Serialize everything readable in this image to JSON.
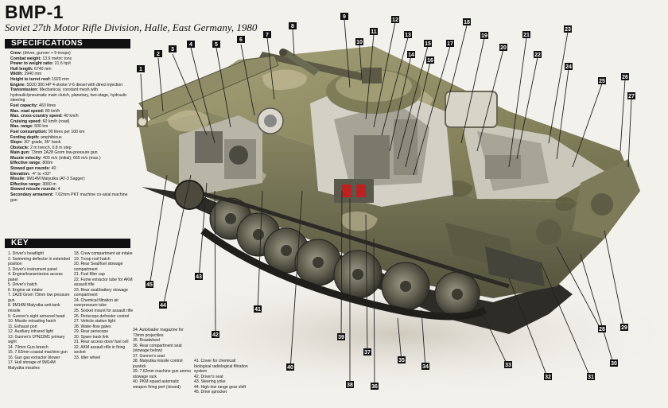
{
  "title": "BMP-1",
  "subtitle": "Soviet 27th Motor Rifle Division, Halle, East Germany, 1980",
  "specifications_heading": "SPECIFICATIONS",
  "key_heading": "KEY",
  "specifications": [
    {
      "label": "Crew:",
      "value": " (driver, gunner + 9 troops)"
    },
    {
      "label": "Combat weight:",
      "value": " 13.9 metric tons"
    },
    {
      "label": "Power to weight ratio:",
      "value": " 21.6 hp/t"
    },
    {
      "label": "Hull length:",
      "value": " 6740 mm"
    },
    {
      "label": "Width:",
      "value": " 2940 mm"
    },
    {
      "label": "Height to turret roof:",
      "value": " 1920 mm"
    },
    {
      "label": "Engine:",
      "value": " 5D20 300 HP 4-stroke V-6 diesel with direct injection"
    },
    {
      "label": "Transmission:",
      "value": " Mechanical, constant mesh with hydraulic/pneumatic main clutch, planetary, two-stage, hydraulic steering"
    },
    {
      "label": "Fuel capacity:",
      "value": " 460 litres"
    },
    {
      "label": "Max. road speed:",
      "value": " 80 km/h"
    },
    {
      "label": "Max. cross-country speed:",
      "value": " 40 km/h"
    },
    {
      "label": "Cruising speed:",
      "value": " 60 km/h (road)"
    },
    {
      "label": "Max. range:",
      "value": " 500 km"
    },
    {
      "label": "Fuel consumption:",
      "value": " 90 litres per 100 km"
    },
    {
      "label": "Fording depth:",
      "value": " amphibious"
    },
    {
      "label": "Slope:",
      "value": " 30° grade, 35° bank"
    },
    {
      "label": "Obstacle:",
      "value": " 2 m trench, 0.8 m step"
    },
    {
      "label": "Main gun:",
      "value": " 73mm 2A28 Grom low-pressure gun"
    },
    {
      "label": "Muzzle velocity:",
      "value": " 400 m/s (initial); 665 m/s (max.)"
    },
    {
      "label": "Effective range:",
      "value": " 800m"
    },
    {
      "label": "Stowed gun rounds:",
      "value": " 40"
    },
    {
      "label": "Elevation:",
      "value": " -4° to +33°"
    },
    {
      "label": "Missile:",
      "value": " 9M14M Malyutka (AT-3 Sagger)"
    },
    {
      "label": "Effective range:",
      "value": " 3000 m"
    },
    {
      "label": "Stowed missile rounds:",
      "value": " 4"
    },
    {
      "label": "Secondary armament:",
      "value": " 7.62mm PKT machine co-axial machine gun"
    }
  ],
  "key": [
    "1. Driver's headlight",
    "2. Swimming deflector in extended position",
    "3. Driver's instrument panel",
    "4. Engine/transmission access panel",
    "5. Driver's hatch",
    "6. Engine air intake",
    "7. 2A28 Grom 73mm low pressure gun",
    "8. 9M14M Malyutka anti-tank missile",
    "9. Gunner's sight armored head",
    "10. Missile reloading hatch",
    "11. Exhaust port",
    "12. Auxiliary infrared light",
    "13. Gunner's 1PN22M1 primary sight",
    "14. 73mm Gun breech",
    "15. 7.62mm coaxial machine gun",
    "16. Gun gas extractor blower",
    "17. Hull storage of 9M14M Malyutka missiles",
    "18. Crew compartment air intake",
    "19. Troop roof hatch",
    "20. Rear Seat/fuel stowage compartment",
    "21. Fuel filler cap",
    "22. Fume extractor tube for AKM assault rifle",
    "23. Rear seat/battery stowage compartment",
    "24. Chemical filtration air overpressure tube",
    "25. Socket mount for assault rifle",
    "26. Periscope defroster control",
    "27. Vehicle station light",
    "28. Water-flow gates",
    "29. Rear periscope",
    "30. Spare track link",
    "31. Rear access door/ fuel cell",
    "32. AKM assault rifle in firing socket",
    "33. Idler wheel",
    "34. Autoloader magazine for 73mm projectiles",
    "35. Roadwheel",
    "36. Rear compartment seat (stowage below)",
    "37. Gunner's seat",
    "38. Malyutka missile control joystick",
    "39. 7.62mm machine gun ammo stowage rack",
    "40. PKM squad automatic weapon firing port (closed)",
    "41. Cover for chemical/ biological radiological filtration system",
    "42. Driver's seat",
    "43. Steering yoke",
    "44. High-low range gear shift",
    "45. Drive sprocket"
  ],
  "callouts": [
    "1",
    "2",
    "3",
    "4",
    "5",
    "6",
    "7",
    "8",
    "9",
    "10",
    "11",
    "12",
    "13",
    "14",
    "15",
    "16",
    "17",
    "18",
    "19",
    "20",
    "21",
    "22",
    "23",
    "24",
    "25",
    "26",
    "27",
    "28",
    "29",
    "30",
    "31",
    "32",
    "33",
    "34",
    "35",
    "36",
    "37",
    "38",
    "39",
    "40",
    "41",
    "42",
    "43",
    "44",
    "45"
  ]
}
